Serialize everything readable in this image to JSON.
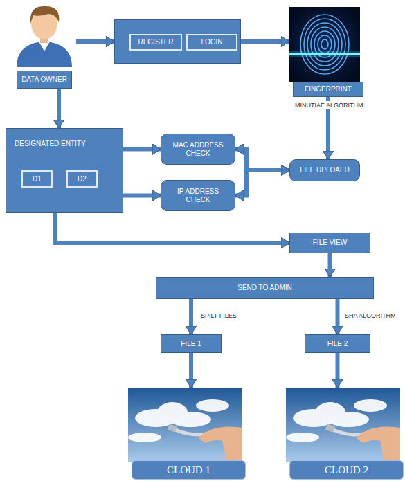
{
  "diagram": {
    "nodes": [
      {
        "text": [
          "DATA OWNER"
        ]
      },
      {
        "text": []
      },
      {
        "text": [
          "REGISTER"
        ],
        "in": 1
      },
      {
        "text": [
          "LOGIN"
        ],
        "in": 1
      },
      {
        "text": [
          "FINGERPRINT"
        ]
      },
      {
        "text": [
          "DESIGNATED ENTITY"
        ]
      },
      {
        "text": [
          "D1"
        ],
        "in": 5
      },
      {
        "text": [
          "D2"
        ],
        "in": 5
      },
      {
        "text": [
          "MAC ADDRESS CHECK"
        ]
      },
      {
        "text": [
          "FILE UPLOAED"
        ]
      },
      {
        "text": [
          "IP ADDRESS CHECK"
        ]
      },
      {
        "text": [
          "FILE VIEW"
        ]
      },
      {
        "text": [
          "SEND TO ADMIN"
        ]
      },
      {
        "text": [
          "FILE 1"
        ]
      },
      {
        "text": [
          "FILE 2"
        ]
      },
      {
        "text": [
          "CLOUD 1"
        ]
      },
      {
        "text": [
          "CLOUD 2"
        ]
      }
    ],
    "edges": [
      {
        "from": 0,
        "to": 1,
        "arrow": "to"
      },
      {
        "from": 1,
        "to": 4,
        "arrow": "to"
      },
      {
        "from": 0,
        "to": 5,
        "arrow": "to"
      },
      {
        "from": 4,
        "to": 9,
        "arrow": "to",
        "label": "MINUTIAE ALGORITHM"
      },
      {
        "from": 5,
        "to": 8,
        "arrow": "to"
      },
      {
        "from": 5,
        "to": 10,
        "arrow": "to"
      },
      {
        "from": 8,
        "to": 9,
        "arrow": "both"
      },
      {
        "from": 10,
        "to": 9,
        "arrow": "both"
      },
      {
        "from": 5,
        "to": 11,
        "arrow": "to"
      },
      {
        "from": 11,
        "to": 12,
        "arrow": "to"
      },
      {
        "from": 12,
        "to": 13,
        "arrow": "to",
        "label": "SPILT FILES"
      },
      {
        "from": 12,
        "to": 14,
        "arrow": "to",
        "label": "SHA ALGORITHM"
      },
      {
        "from": 13,
        "to": 15,
        "arrow": "to"
      },
      {
        "from": 14,
        "to": 16,
        "arrow": "to"
      }
    ]
  }
}
